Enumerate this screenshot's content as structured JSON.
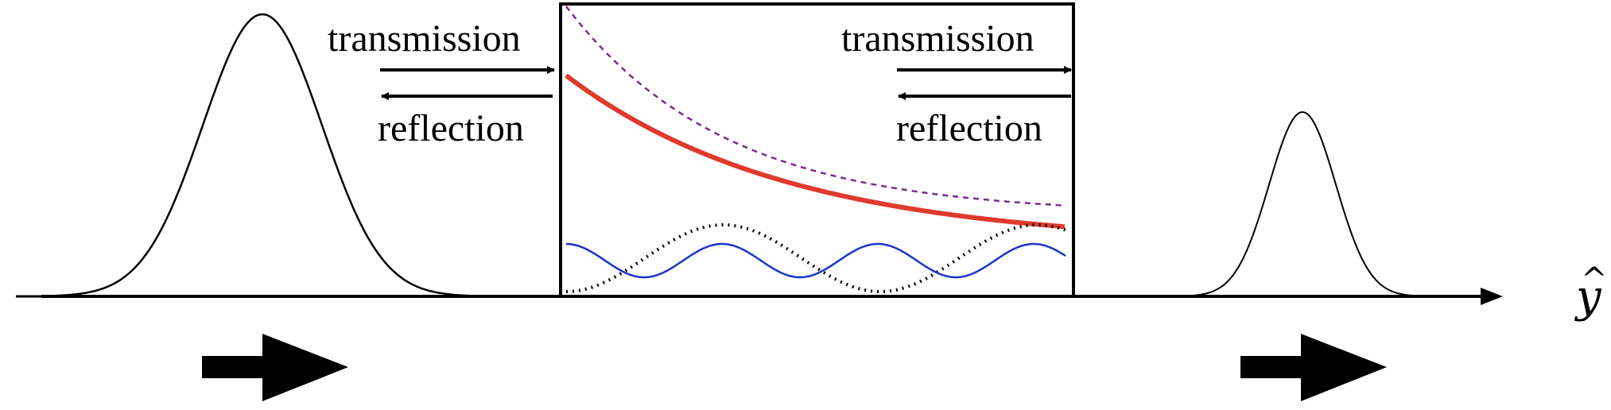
{
  "labels": {
    "left_transmission": "transmission",
    "left_reflection": "reflection",
    "right_transmission": "transmission",
    "right_reflection": "reflection",
    "axis": "y",
    "axis_hat": "^"
  },
  "colors": {
    "line": "#000000",
    "exponential_solid": "#e03a2c",
    "exponential_dashed": "#7b2a8f",
    "oscillation_solid": "#1a35c8",
    "oscillation_dotted": "#000000",
    "background": "#ffffff"
  },
  "icons": [
    "arrow-right-icon",
    "arrow-left-icon",
    "bold-arrow-right-icon"
  ]
}
